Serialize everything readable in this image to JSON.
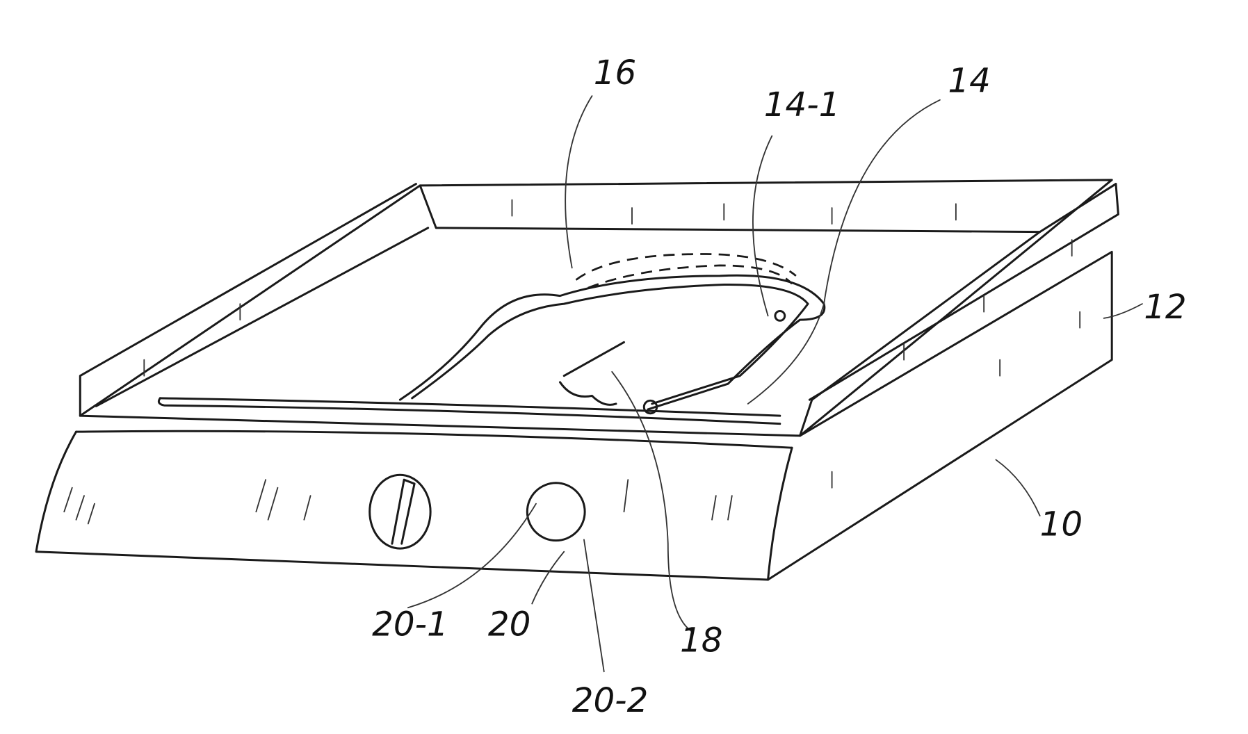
{
  "figure": {
    "labels": {
      "griddle": "10",
      "base": "12",
      "heating_element": "14",
      "heating_element_part": "14-1",
      "cooking_plate_zone": "16",
      "sensor": "18",
      "control": "20",
      "control_part_1": "20-1",
      "control_part_2": "20-2"
    }
  }
}
